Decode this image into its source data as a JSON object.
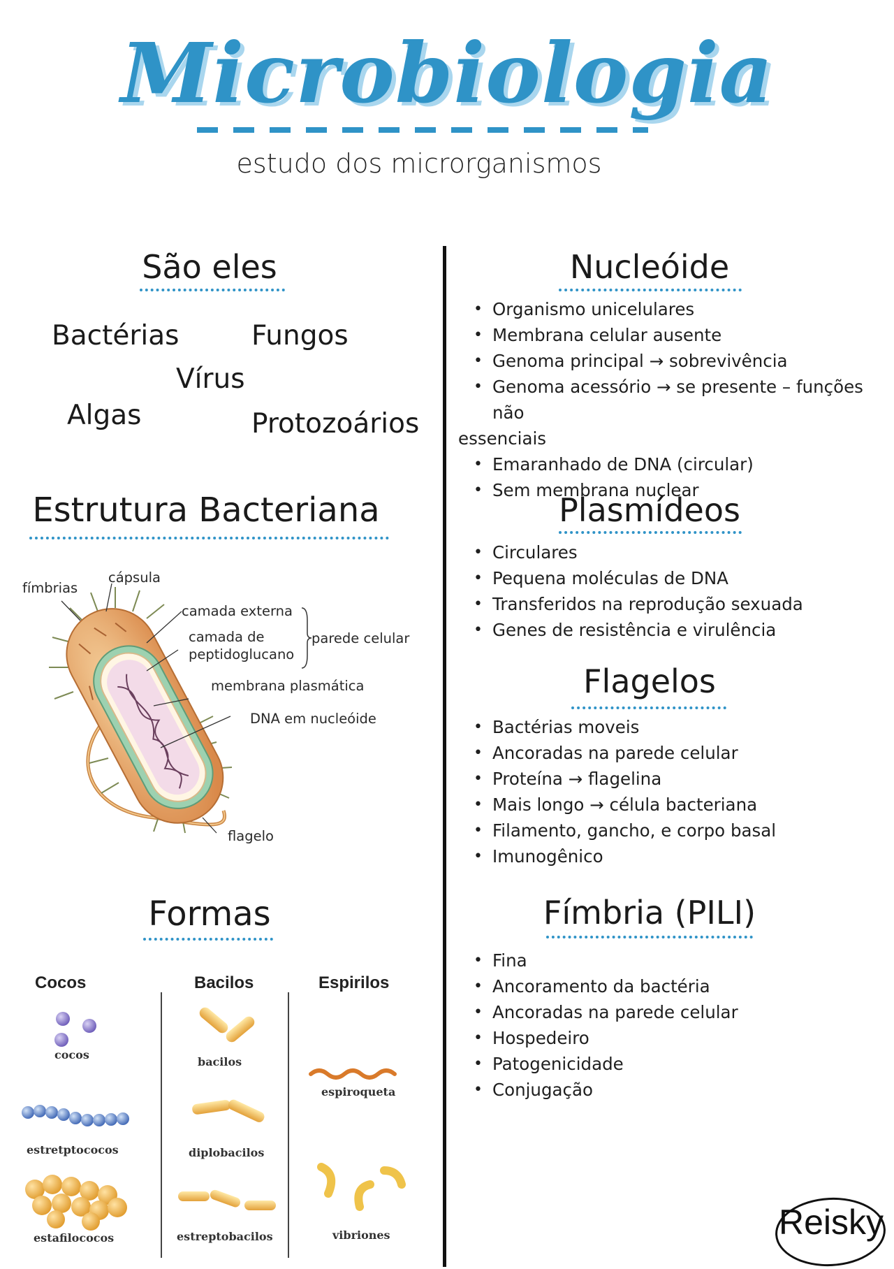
{
  "header": {
    "title": "Microbiologia",
    "subtitle": "estudo dos microrganismos"
  },
  "left": {
    "sao_eles": {
      "title": "São eles",
      "words": [
        "Bactérias",
        "Fungos",
        "Vírus",
        "Algas",
        "Protozoários"
      ]
    },
    "estrutura": {
      "title": "Estrutura Bacteriana",
      "labels": {
        "fimbrias": "fímbrias",
        "capsula": "cápsula",
        "camada_externa": "camada externa",
        "camada_peptido_1": "camada de",
        "camada_peptido_2": "peptidoglucano",
        "parede_celular": "parede celular",
        "membrana": "membrana plasmática",
        "dna": "DNA em nucleóide",
        "flagelo": "flagelo"
      }
    },
    "formas": {
      "title": "Formas",
      "columns": [
        "Cocos",
        "Bacilos",
        "Espirilos"
      ],
      "labels": {
        "cocos": "cocos",
        "estreptococos": "estretptococos",
        "estafilococos": "estafilococos",
        "bacilos": "bacilos",
        "diplobacilos": "diplobacilos",
        "estreptobacilos": "estreptobacilos",
        "espiroqueta": "espiroqueta",
        "vibriones": "vibriones"
      }
    }
  },
  "right": {
    "nucleoide": {
      "title": "Nucleóide",
      "items": [
        "Organismo unicelulares",
        "Membrana celular ausente",
        "Genoma principal → sobrevivência",
        "Genoma acessório → se presente – funções não",
        "Emaranhado de DNA (circular)",
        "Sem membrana nuclear"
      ],
      "wrap_line": "essenciais"
    },
    "plasmideos": {
      "title": "Plasmídeos",
      "items": [
        "Circulares",
        "Pequena moléculas de DNA",
        "Transferidos na reprodução sexuada",
        "Genes de resistência e virulência"
      ]
    },
    "flagelos": {
      "title": "Flagelos",
      "items": [
        "Bactérias moveis",
        "Ancoradas na parede celular",
        "Proteína → flagelina",
        "Mais longo → célula bacteriana",
        "Filamento, gancho, e corpo basal",
        "Imunogênico"
      ]
    },
    "fimbria": {
      "title": "Fímbria (PILI)",
      "items": [
        "Fina",
        "Ancoramento da bactéria",
        "Ancoradas na parede celular",
        "Hospedeiro",
        "Patogenicidade",
        "Conjugação"
      ]
    }
  },
  "brand": "Reisky",
  "colors": {
    "accent": "#2f93c7",
    "accent_shadow": "#a9d6ee",
    "text": "#1a1a1a"
  }
}
